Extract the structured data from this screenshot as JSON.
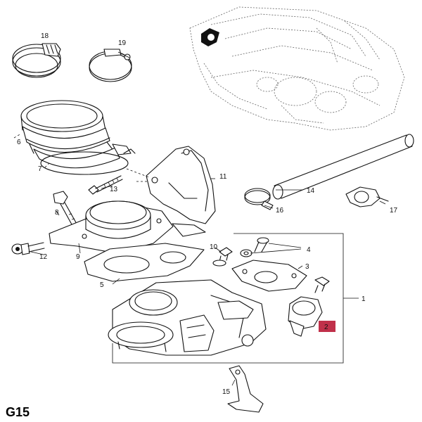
{
  "diagram": {
    "page_code": "G15",
    "highlight_color": "#c0304a",
    "callouts": [
      {
        "id": "c1",
        "label": "1"
      },
      {
        "id": "c2",
        "label": "2"
      },
      {
        "id": "c3",
        "label": "3"
      },
      {
        "id": "c4",
        "label": "4"
      },
      {
        "id": "c5",
        "label": "5"
      },
      {
        "id": "c6",
        "label": "6"
      },
      {
        "id": "c7",
        "label": "7"
      },
      {
        "id": "c8",
        "label": "8"
      },
      {
        "id": "c9",
        "label": "9"
      },
      {
        "id": "c10",
        "label": "10"
      },
      {
        "id": "c11",
        "label": "11"
      },
      {
        "id": "c12",
        "label": "12"
      },
      {
        "id": "c13",
        "label": "13"
      },
      {
        "id": "c14",
        "label": "14"
      },
      {
        "id": "c15",
        "label": "15"
      },
      {
        "id": "c16",
        "label": "16"
      },
      {
        "id": "c17",
        "label": "17"
      },
      {
        "id": "c18",
        "label": "18"
      },
      {
        "id": "c19",
        "label": "19"
      }
    ]
  }
}
